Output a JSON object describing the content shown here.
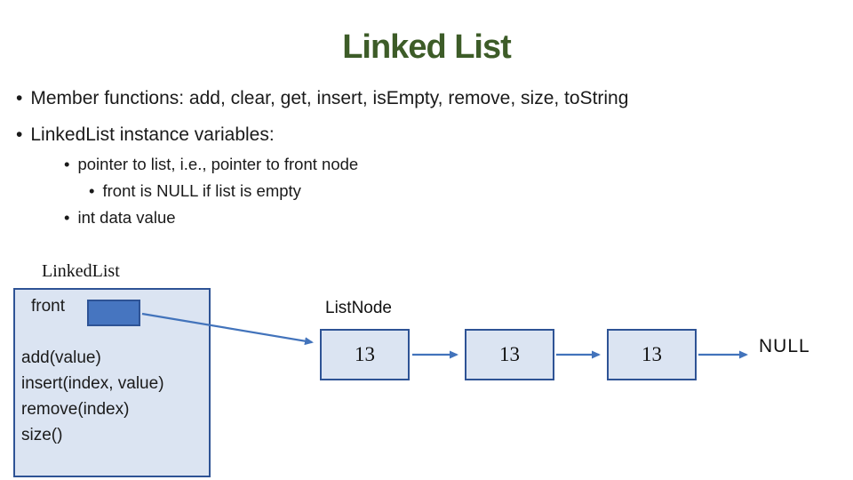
{
  "slide": {
    "title": "Linked List",
    "title_color": "#3d5c28"
  },
  "bullets": [
    {
      "level": 1,
      "text": "Member functions: add, clear, get, insert, isEmpty, remove, size, toString"
    },
    {
      "level": 1,
      "text": "LinkedList instance variables:"
    },
    {
      "level": 2,
      "text": "pointer to list, i.e., pointer to front node"
    },
    {
      "level": 3,
      "text": "front is NULL if list is empty"
    },
    {
      "level": 2,
      "text": "int data value"
    }
  ],
  "diagram": {
    "linkedlist_label": "LinkedList",
    "front_label": "front",
    "methods": [
      "add(value)",
      "insert(index, value)",
      "remove(index)",
      "size()"
    ],
    "listnode_label": "ListNode",
    "nodes": [
      "13",
      "13",
      "13"
    ],
    "null_label": "NULL",
    "colors": {
      "box_fill": "#dbe4f2",
      "box_border": "#2e5395",
      "pointer_fill": "#4675c0",
      "arrow": "#4273bb",
      "title_green": "#3d5c28"
    }
  }
}
